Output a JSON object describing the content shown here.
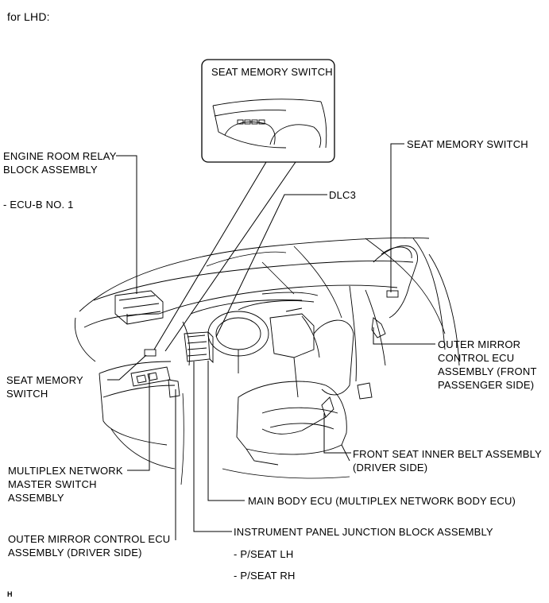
{
  "header": {
    "title": "for LHD:"
  },
  "labels": {
    "seat_memory_switch_inset": "SEAT MEMORY SWITCH",
    "seat_memory_switch_right": "SEAT MEMORY SWITCH",
    "engine_room_relay": "ENGINE ROOM RELAY\nBLOCK ASSEMBLY",
    "ecu_b": "- ECU-B NO. 1",
    "dlc3": "DLC3",
    "outer_mirror_passenger": "OUTER MIRROR\nCONTROL ECU\nASSEMBLY (FRONT\nPASSENGER SIDE)",
    "seat_memory_switch_left": "SEAT MEMORY\nSWITCH",
    "front_seat_belt": "FRONT SEAT INNER BELT ASSEMBLY\n(DRIVER SIDE)",
    "multiplex_master": "MULTIPLEX NETWORK\nMASTER SWITCH\nASSEMBLY",
    "main_body_ecu": "MAIN BODY ECU (MULTIPLEX NETWORK BODY ECU)",
    "outer_mirror_driver": "OUTER MIRROR CONTROL ECU\nASSEMBLY (DRIVER SIDE)",
    "instrument_panel_jb": "INSTRUMENT PANEL JUNCTION BLOCK ASSEMBLY",
    "p_seat_lh": "- P/SEAT LH",
    "p_seat_rh": "- P/SEAT RH"
  },
  "footer": {
    "code": "H"
  }
}
